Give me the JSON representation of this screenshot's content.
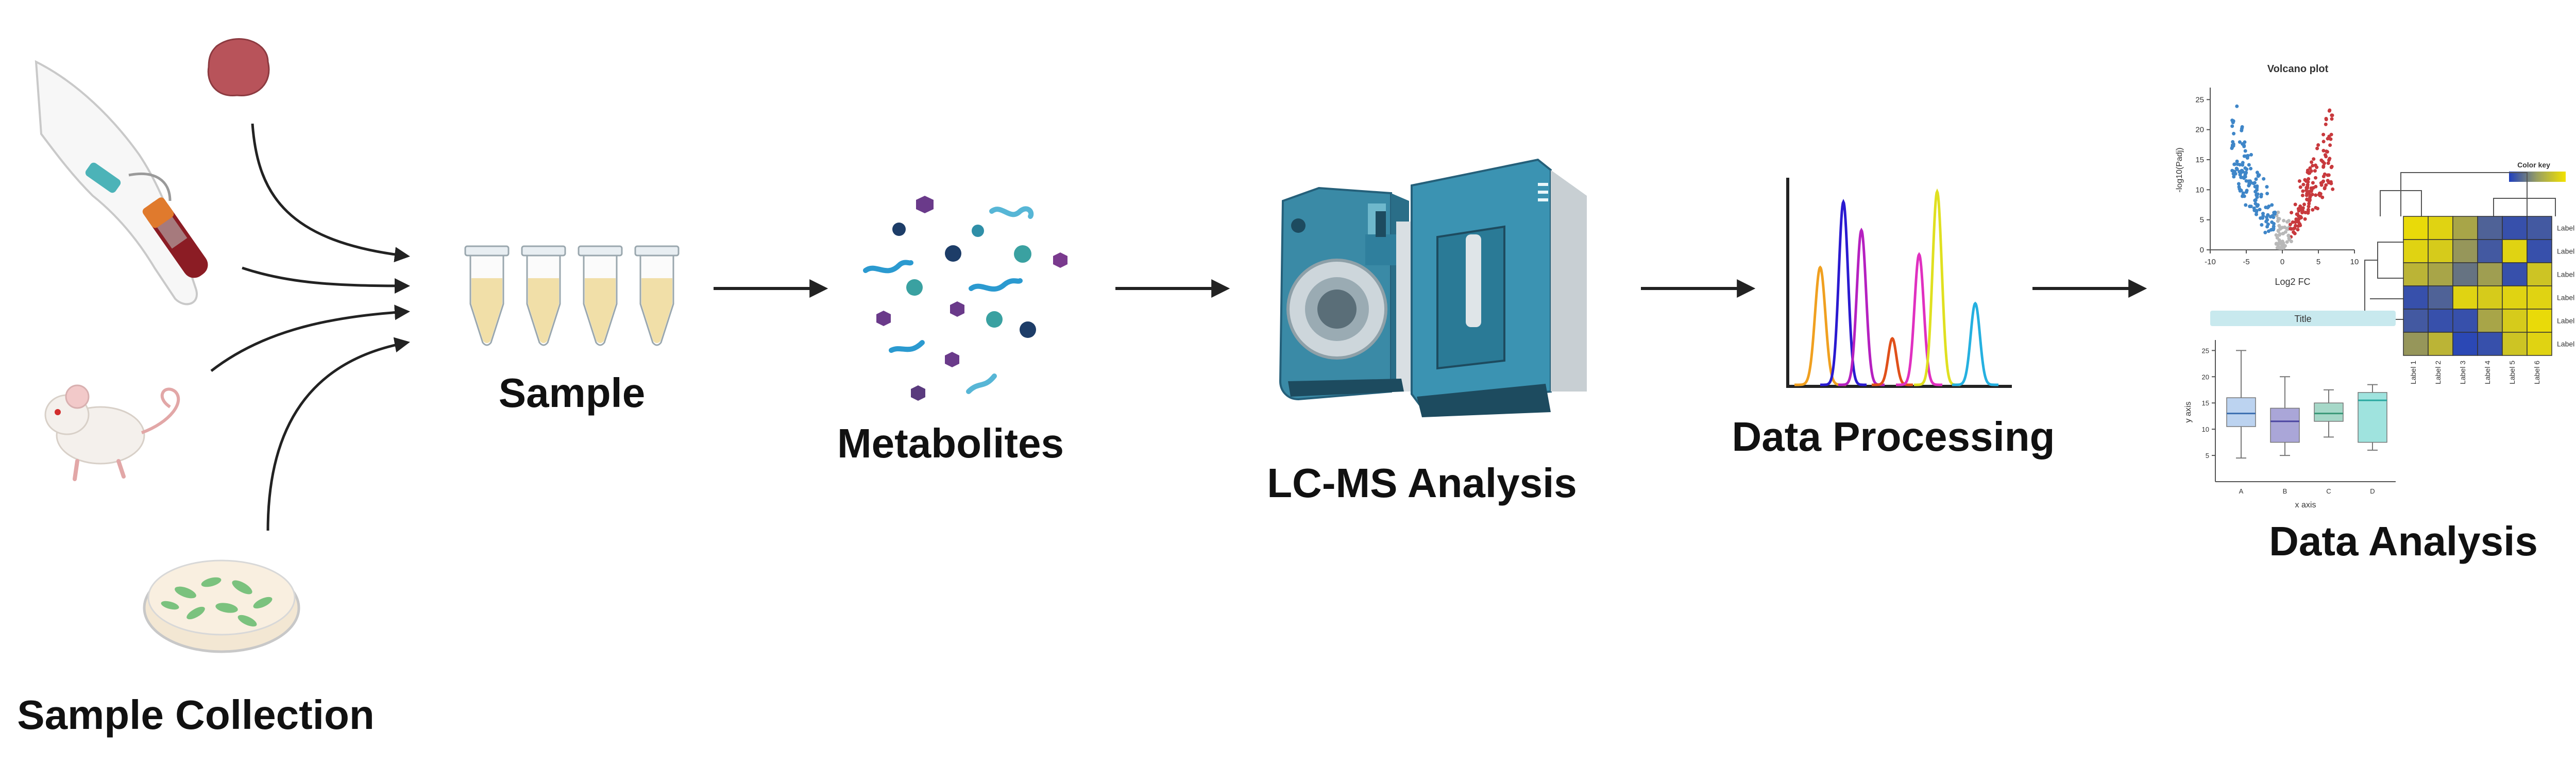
{
  "labels": {
    "sample_collection": "Sample Collection",
    "sample": "Sample",
    "metabolites": "Metabolites",
    "lcms": "LC-MS Analysis",
    "data_processing": "Data Processing",
    "data_analysis": "Data Analysis"
  },
  "volcano": {
    "title": "Volcano plot",
    "xlabel": "Log2 FC",
    "ylabel": "-log10(Padj)",
    "xticks": [
      "-10",
      "-5",
      "0",
      "5",
      "10"
    ],
    "yticks": [
      "0",
      "5",
      "10",
      "15",
      "20",
      "25"
    ]
  },
  "heatmap": {
    "key_title": "Color key",
    "row_labels": [
      "Label A",
      "Label B",
      "Label C",
      "Label D",
      "Label E",
      "Label F"
    ],
    "col_labels": [
      "Label 1",
      "Label 2",
      "Label 3",
      "Label 4",
      "Label 5",
      "Label 6"
    ]
  },
  "boxplot": {
    "title": "Title",
    "xlabel": "x axis",
    "ylabel": "y axis",
    "categories": [
      "A",
      "B",
      "C",
      "D"
    ],
    "yticks": [
      "5",
      "10",
      "15",
      "20",
      "25"
    ]
  },
  "colors": {
    "arrow": "#222222",
    "tube_fill": "#f1dfa8",
    "instrument": "#3a8aa6",
    "volcano_down": "#3f86c8",
    "volcano_up": "#c8393d",
    "heat_low": "#1f3fbf",
    "heat_high": "#f2e200"
  }
}
